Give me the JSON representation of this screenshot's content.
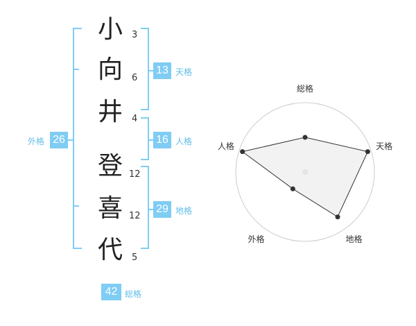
{
  "name": {
    "chars": [
      {
        "char": "小",
        "strokes": "3"
      },
      {
        "char": "向",
        "strokes": "6"
      },
      {
        "char": "井",
        "strokes": "4"
      },
      {
        "char": "登",
        "strokes": "12"
      },
      {
        "char": "喜",
        "strokes": "12"
      },
      {
        "char": "代",
        "strokes": "5"
      }
    ]
  },
  "kakusu": {
    "tenkaku": {
      "value": "13",
      "label": "天格"
    },
    "jinkaku": {
      "value": "16",
      "label": "人格"
    },
    "chikaku": {
      "value": "29",
      "label": "地格"
    },
    "gaikaku": {
      "value": "26",
      "label": "外格"
    },
    "soukaku": {
      "value": "42",
      "label": "総格"
    }
  },
  "colors": {
    "bracket": "#7fccf4",
    "badge_bg": "#7fccf4",
    "badge_label": "#62bde8",
    "radar_fill": "#eeeeee",
    "radar_stroke": "#333333"
  },
  "chart_data": {
    "type": "radar",
    "axes": [
      "総格",
      "天格",
      "地格",
      "外格",
      "人格"
    ],
    "values": [
      0.5,
      0.95,
      0.8,
      0.3,
      0.95
    ],
    "range": [
      0,
      1
    ],
    "rings": 4
  }
}
